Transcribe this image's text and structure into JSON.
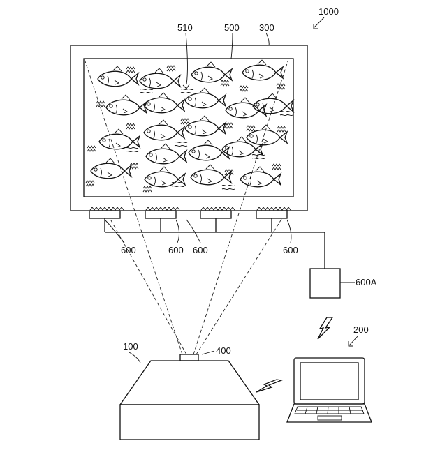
{
  "labels": {
    "system": "1000",
    "display_panel": "300",
    "screen": "500",
    "image_content": "510",
    "sensor_1": "600",
    "sensor_2": "600",
    "sensor_3": "600",
    "sensor_4": "600",
    "controller": "600A",
    "laptop": "200",
    "projector": "100",
    "lens": "400"
  },
  "icons": {
    "fish": "fish-icon",
    "water_ripple": "water-ripple-icon",
    "wireless_signal": "lightning-bolt-icon"
  }
}
